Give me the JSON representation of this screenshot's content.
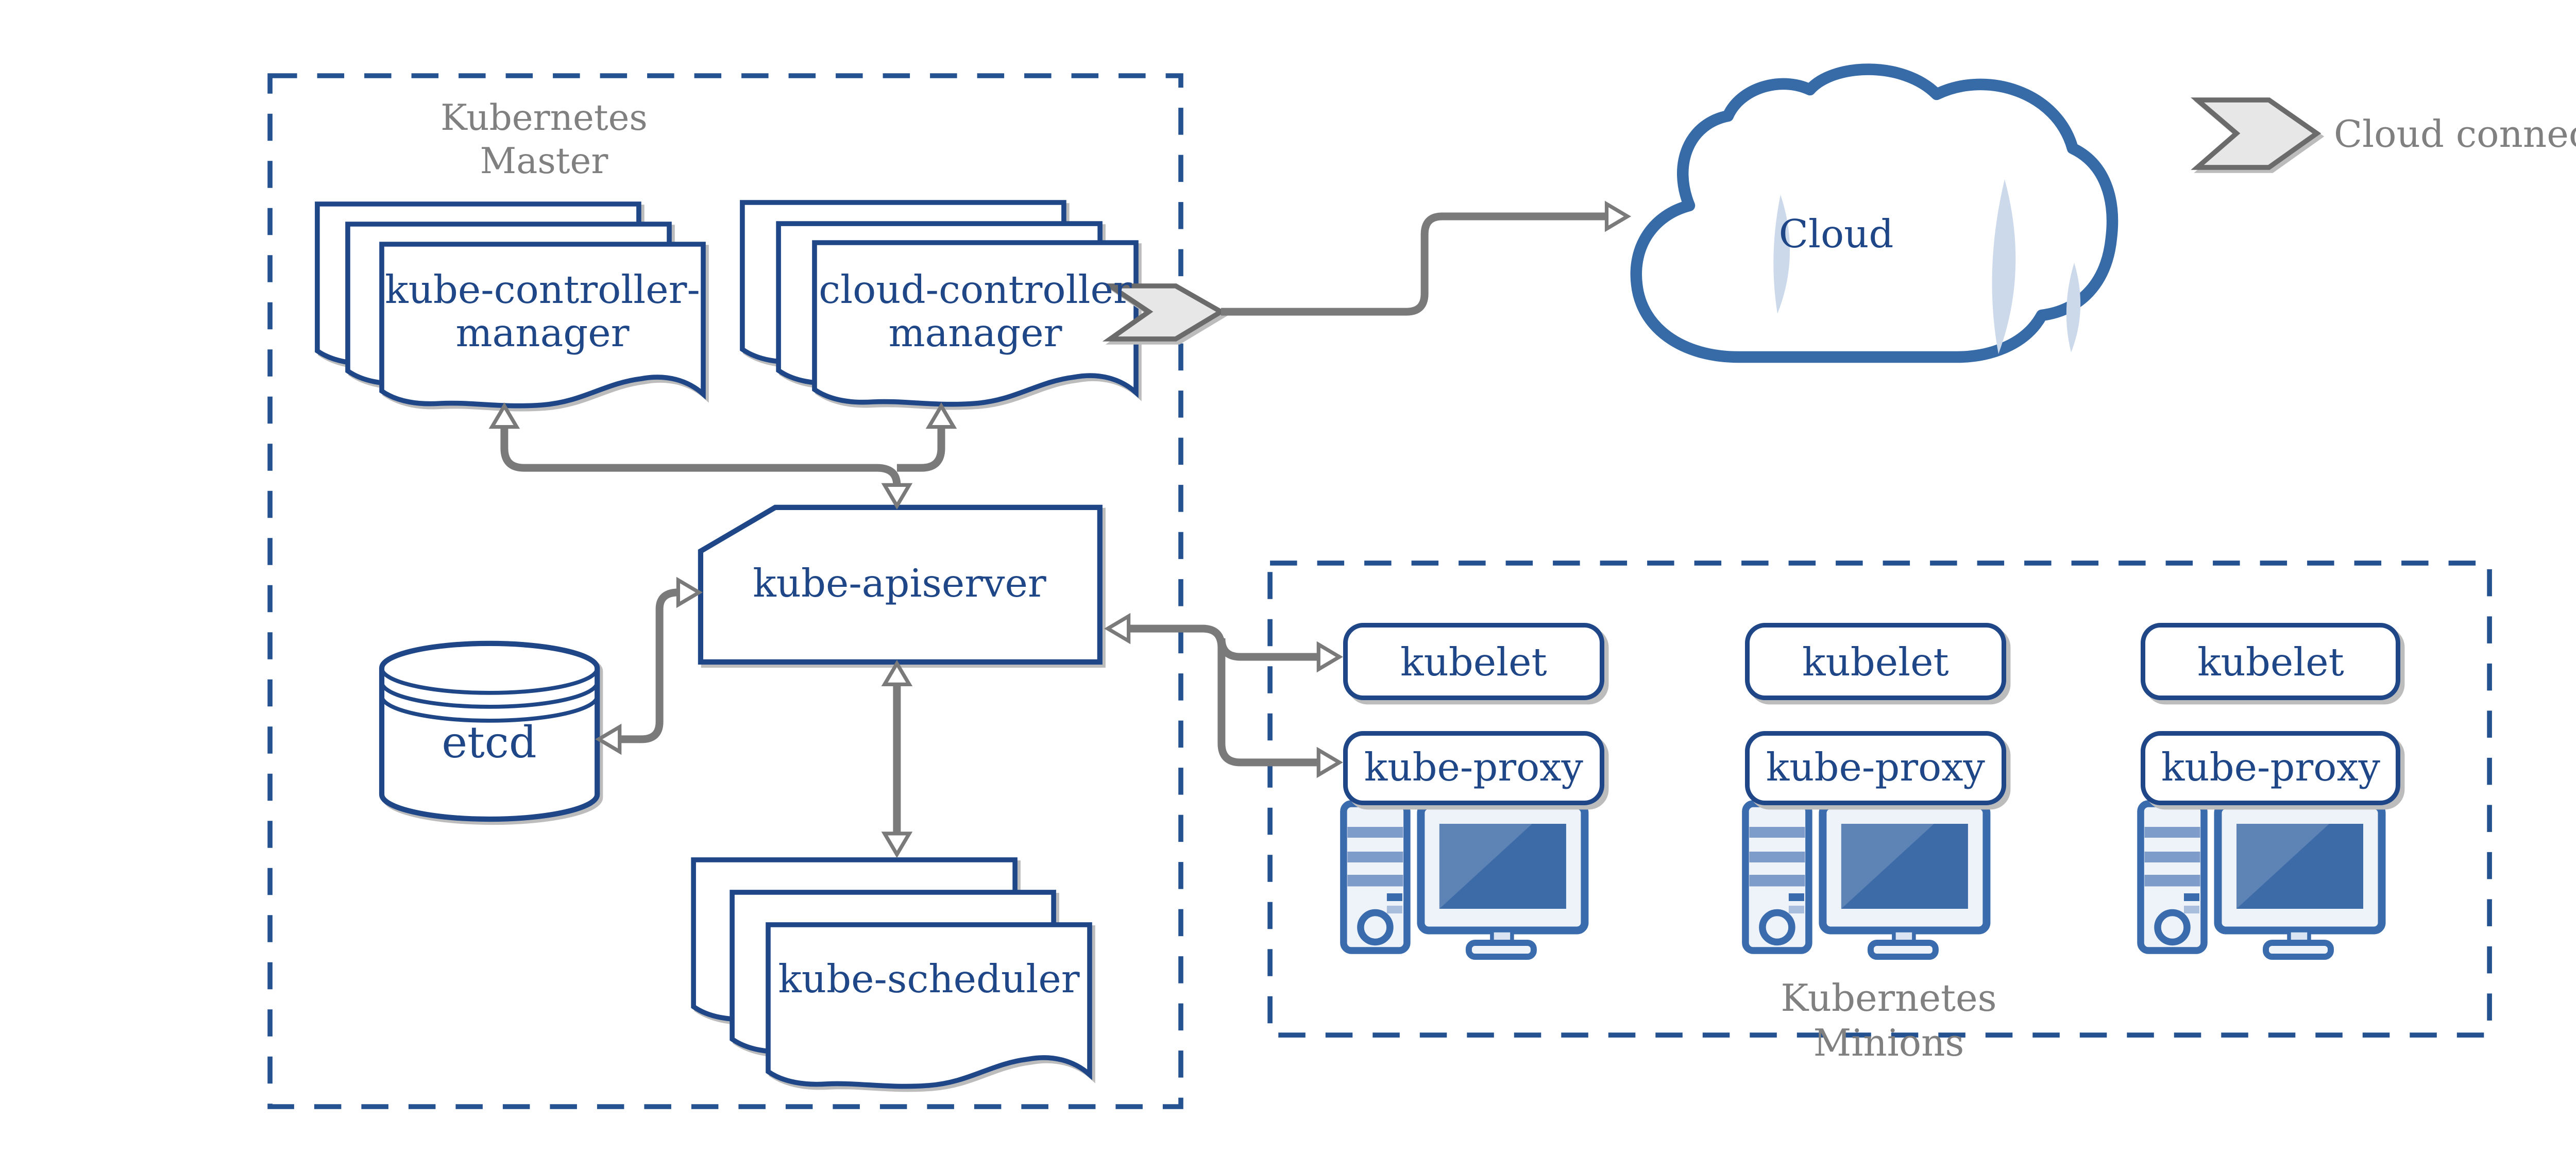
{
  "master": {
    "title": {
      "line1": "Kubernetes",
      "line2": "Master"
    },
    "kube_controller_manager": {
      "line1": "kube-controller-",
      "line2": "manager"
    },
    "cloud_controller_manager": {
      "line1": "cloud-controller",
      "line2": "manager"
    },
    "kube_apiserver": "kube-apiserver",
    "etcd": "etcd",
    "kube_scheduler": "kube-scheduler"
  },
  "cloud": {
    "label": "Cloud"
  },
  "legend": {
    "label": "Cloud connector"
  },
  "minions": {
    "title": {
      "line1": "Kubernetes",
      "line2": "Minions"
    },
    "nodes": [
      {
        "kubelet": "kubelet",
        "kube_proxy": "kube-proxy"
      },
      {
        "kubelet": "kubelet",
        "kube_proxy": "kube-proxy"
      },
      {
        "kubelet": "kubelet",
        "kube_proxy": "kube-proxy"
      }
    ]
  },
  "colors": {
    "node_blue": "#1f4788",
    "dash_blue": "#24518f",
    "icon_blue": "#3a6bac",
    "screen_blue": "#3d6ba8",
    "screen_highlight": "#5e83b5",
    "cloud_blue": "#376ba8",
    "cloud_shade": "#ccd9eb",
    "gray_text": "#808080",
    "arrow_gray": "#7a7a7a",
    "shadow_gray": "#bcbcbc"
  }
}
